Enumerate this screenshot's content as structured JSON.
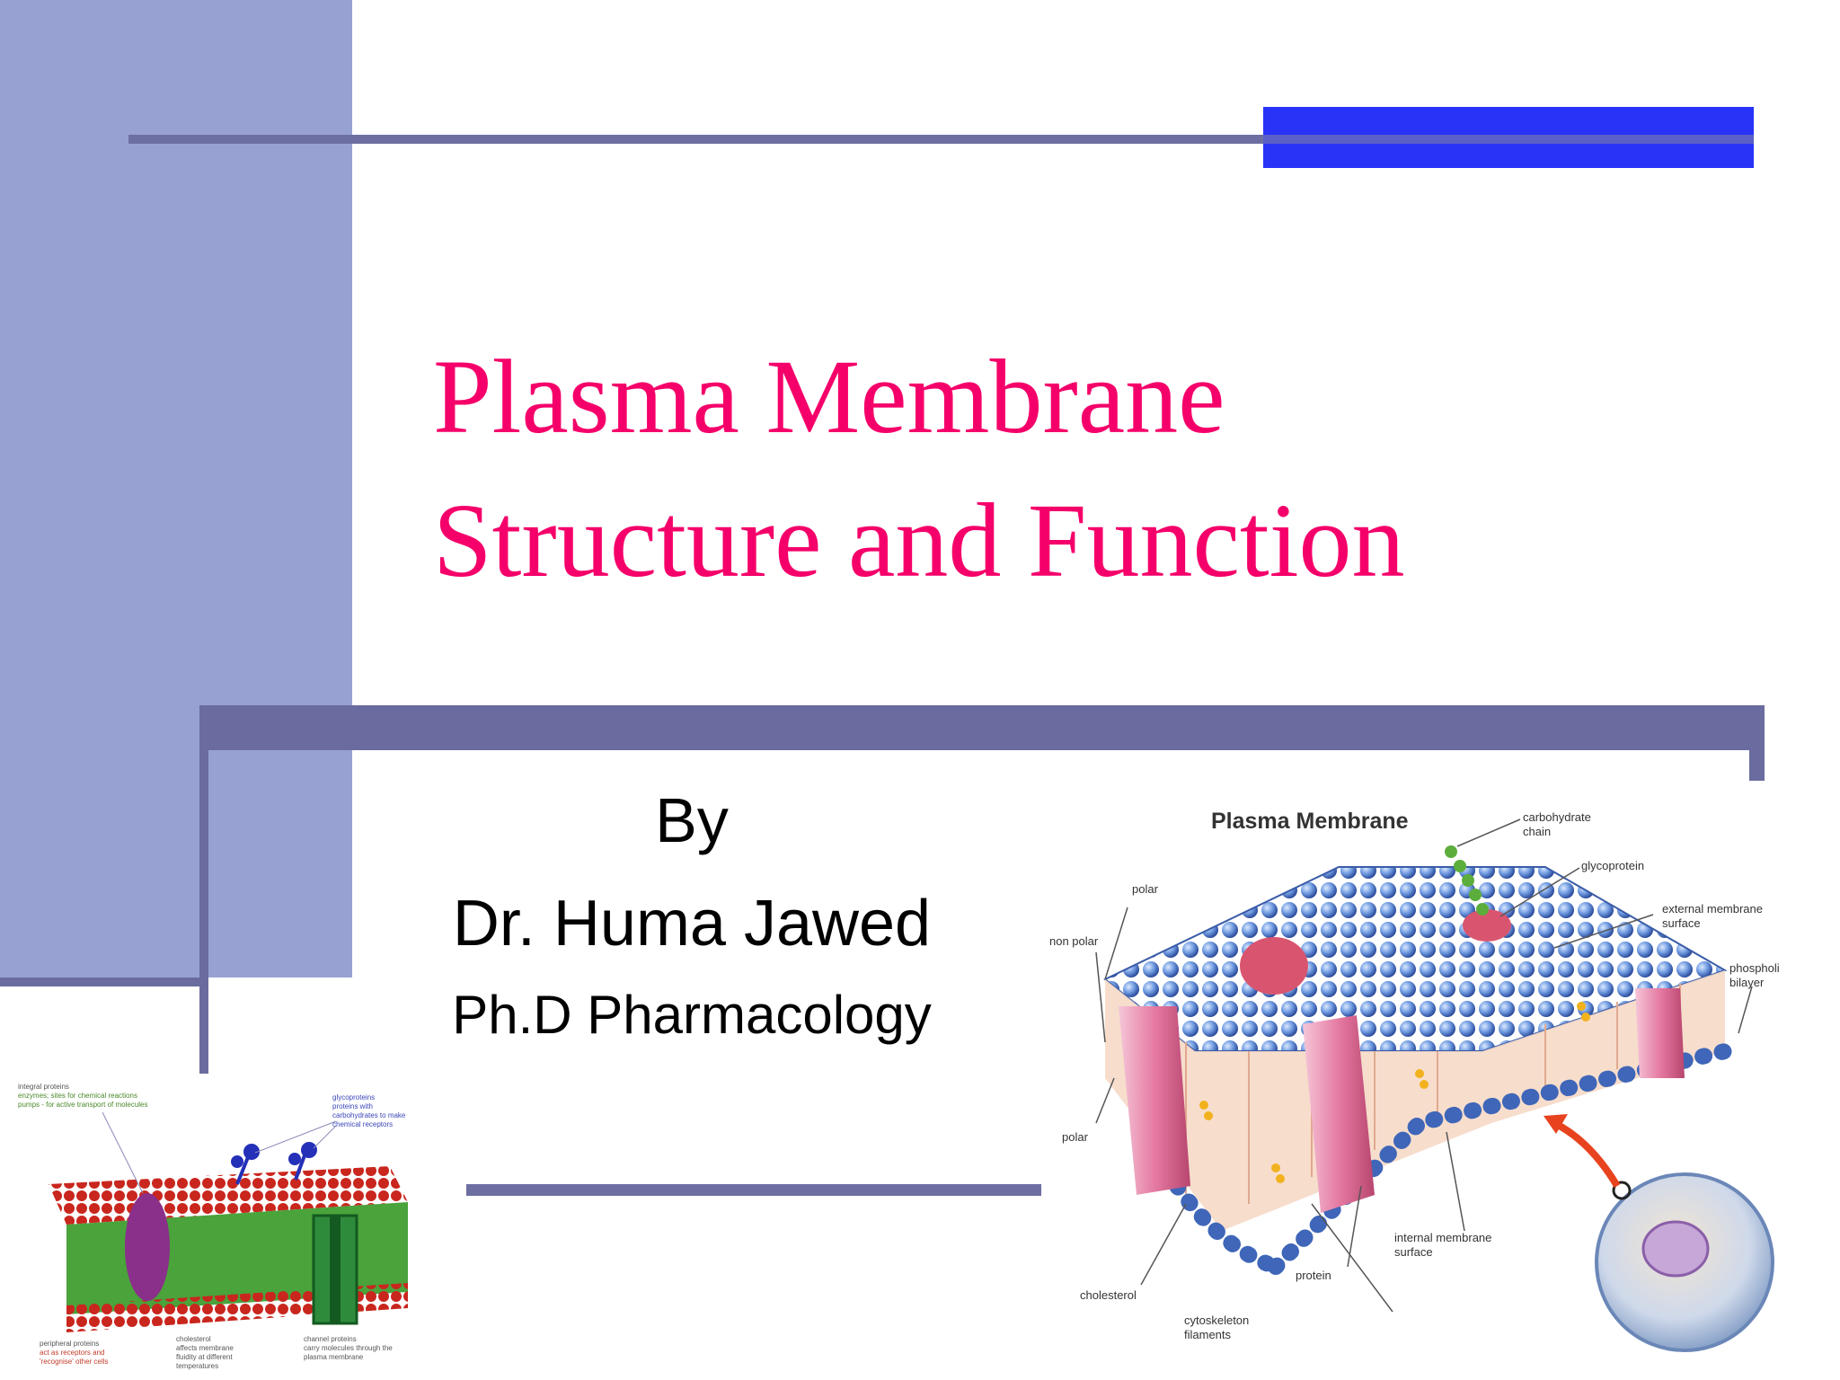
{
  "slide": {
    "title_line1": "Plasma Membrane",
    "title_line2": "Structure and Function",
    "by": "By",
    "author": "Dr. Huma Jawed",
    "degree": "Ph.D Pharmacology"
  },
  "large_diagram": {
    "heading": "Plasma Membrane",
    "labels": {
      "carbohydrate_chain": [
        "carbohydrate",
        "chain"
      ],
      "glycoprotein": "glycoprotein",
      "external_surface": [
        "external membrane",
        "surface"
      ],
      "phospholipid_bilayer": [
        "phospholipid",
        "bilayer"
      ],
      "polar_top": "polar",
      "non_polar": "non polar",
      "polar_bottom": "polar",
      "internal_surface": [
        "internal membrane",
        "surface"
      ],
      "protein": "protein",
      "cholesterol": "cholesterol",
      "cytoskeleton": [
        "cytoskeleton",
        "filaments"
      ]
    }
  },
  "small_diagram": {
    "labels": {
      "integral_proteins": [
        "integral proteins",
        "enzymes; sites for chemical reactions",
        "pumps - for active transport of molecules"
      ],
      "glycoproteins": [
        "glycoproteins",
        "proteins with",
        "carbohydrates to make",
        "chemical receptors"
      ],
      "peripheral_proteins": [
        "peripheral proteins",
        "act as receptors and",
        "'recognise' other cells"
      ],
      "cholesterol": [
        "cholesterol",
        "affects membrane",
        "fluidity at different",
        "temperatures"
      ],
      "channel_proteins": [
        "channel proteins",
        "carry molecules through the",
        "plasma membrane"
      ]
    }
  },
  "colors": {
    "title": "#f5006a",
    "left_panel": "#97a2d2",
    "rule": "#6d6fa2",
    "accent_block": "#2833f7"
  }
}
